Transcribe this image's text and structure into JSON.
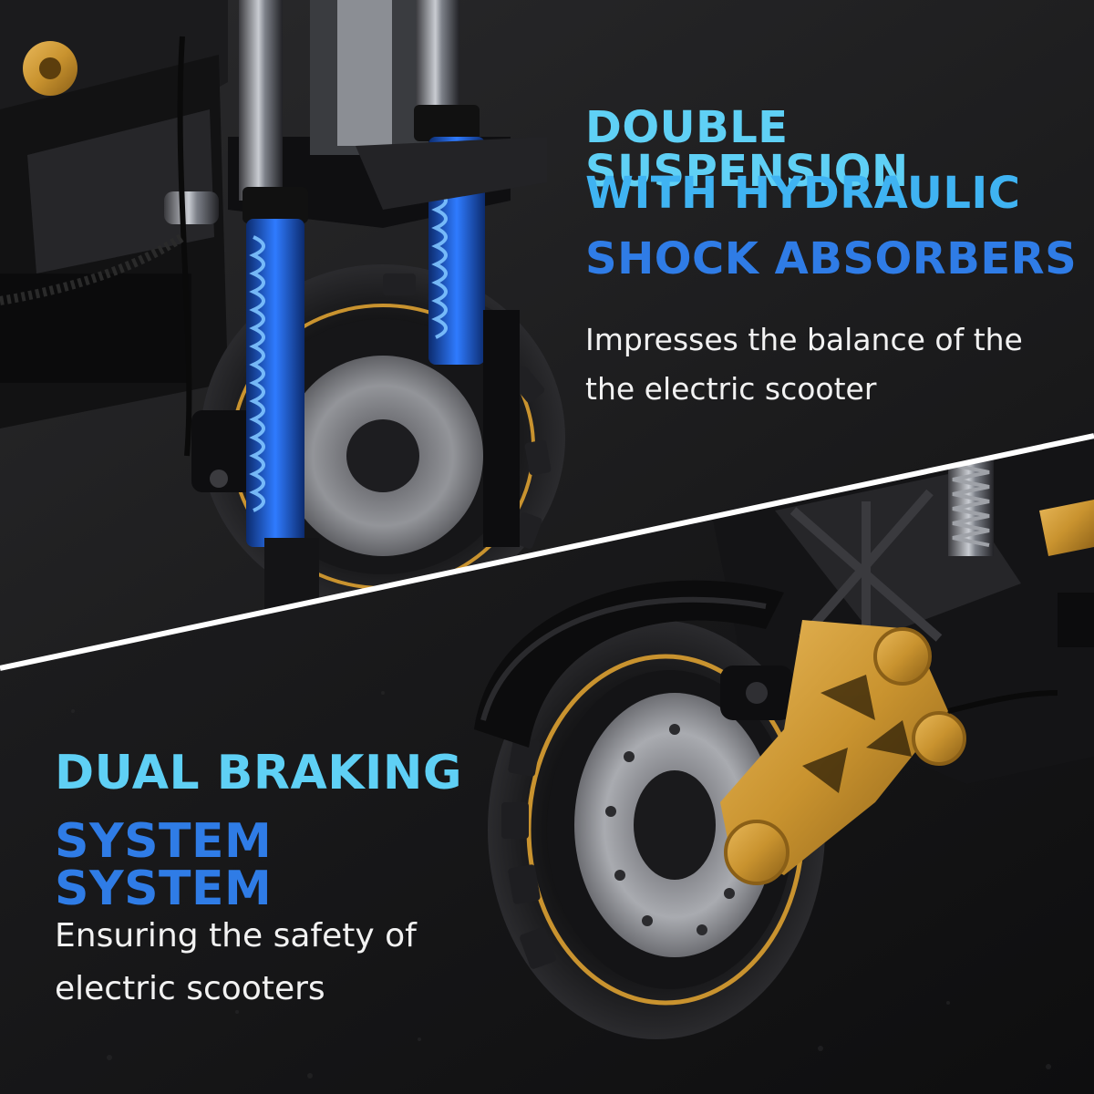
{
  "colors": {
    "headline_light": "#5fd0f5",
    "headline_mid": "#3aa6ef",
    "headline_deep": "#2b6fe0",
    "gold_accent": "#c9932f",
    "spring_blue": "#2f7bff"
  },
  "top_feature": {
    "headline_lines": [
      "DOUBLE SUSPENSION",
      "WITH HYDRAULIC",
      "SHOCK ABSORBERS"
    ],
    "description_lines": [
      "Impresses the balance of the",
      "the electric scooter"
    ]
  },
  "bottom_feature": {
    "headline_lines": [
      "DUAL BRAKING",
      "SYSTEM SYSTEM"
    ],
    "description_lines": [
      "Ensuring the safety of",
      "electric scooters"
    ]
  }
}
